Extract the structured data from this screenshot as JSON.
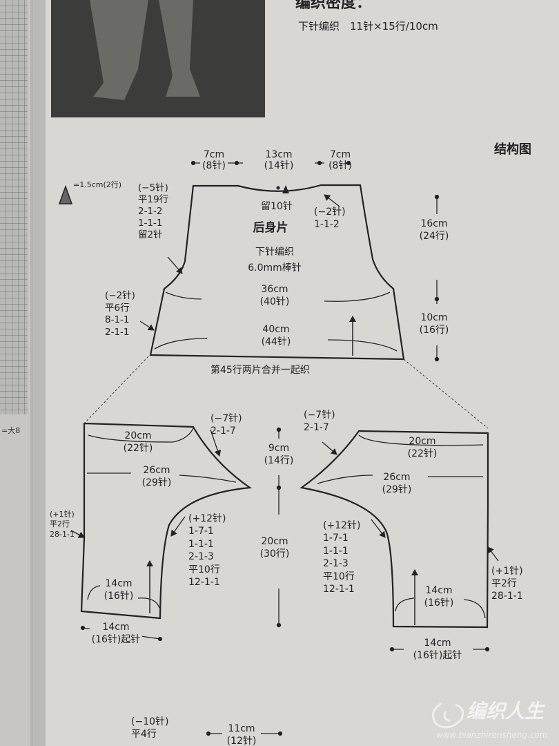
{
  "header": {
    "heading": "编织密度：",
    "gauge": "下针编织　11针×15行/10cm",
    "section_title": "结构图"
  },
  "legend": {
    "text": "=1.5cm(2行)"
  },
  "back_panel": {
    "top_widths": [
      {
        "cm": "7cm",
        "st": "(8针)"
      },
      {
        "cm": "13cm",
        "st": "(14针)"
      },
      {
        "cm": "7cm",
        "st": "(8针)"
      }
    ],
    "left_armhole": [
      "(−5针)",
      "平19行",
      "2-1-2",
      "1-1-1",
      "留2针"
    ],
    "neck_center": "留10针",
    "neck_side": [
      "(−2针)",
      "1-1-2"
    ],
    "name": "后身片",
    "stitch": "下针编织",
    "needle": "6.0mm棒针",
    "mid_width": [
      "36cm",
      "(40针)"
    ],
    "lower_left": [
      "(−2针)",
      "平6行",
      "8-1-1",
      "2-1-1"
    ],
    "bottom_width": [
      "40cm",
      "(44针)"
    ],
    "right_top": [
      "16cm",
      "(24行)"
    ],
    "right_bottom": [
      "10cm",
      "(16行)"
    ],
    "join_note": "第45行两片合并一起织"
  },
  "left_leg": {
    "top_width": [
      "20cm",
      "(22针)"
    ],
    "mid_width": [
      "26cm",
      "(29针)"
    ],
    "crotch": [
      "(−7针)",
      "2-1-7"
    ],
    "side": [
      "(+1针)",
      "平2行",
      "28-1-1"
    ],
    "inner": [
      "(+12针)",
      "1-7-1",
      "1-1-1",
      "2-1-3",
      "平10行",
      "12-1-1"
    ],
    "cuff": [
      "14cm",
      "(16针)"
    ],
    "cast_on": [
      "14cm",
      "(16针)起针"
    ]
  },
  "right_leg": {
    "top_width": [
      "20cm",
      "(22针)"
    ],
    "mid_width": [
      "26cm",
      "(29针)"
    ],
    "crotch": [
      "(−7针)",
      "2-1-7"
    ],
    "side": [
      "(+1针)",
      "平2行",
      "28-1-1"
    ],
    "inner": [
      "(+12针)",
      "1-7-1",
      "1-1-1",
      "2-1-3",
      "平10行",
      "12-1-1"
    ],
    "cuff": [
      "14cm",
      "(16针)"
    ],
    "cast_on": [
      "14cm",
      "(16针)起针"
    ]
  },
  "center": {
    "upper": [
      "9cm",
      "(14行)"
    ],
    "lower": [
      "20cm",
      "(30行)"
    ]
  },
  "bottom_partial": {
    "left": [
      "(−10针)",
      "平4行"
    ],
    "center": [
      "11cm",
      "(12针)"
    ]
  },
  "margin_text": "=大8",
  "watermark": {
    "logo": "编织人生",
    "url": "www.bianzhirensheng.com"
  }
}
